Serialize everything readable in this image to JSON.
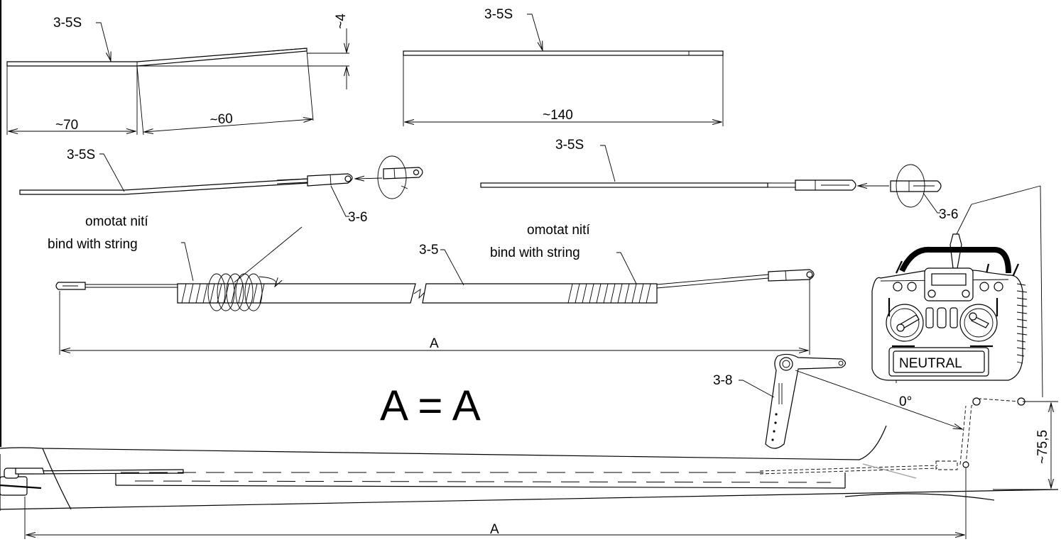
{
  "labels": {
    "part_rod": "3-5S",
    "part_clevis": "3-6",
    "part_rod_plain": "3-5",
    "part_servo_arm": "3-8",
    "bind_cz": "omotat nití",
    "bind_en": "bind with string",
    "equation": "A = A"
  },
  "dimensions": {
    "offset": "~4",
    "len_70": "~70",
    "len_60": "~60",
    "len_140": "~140",
    "dim_a": "A",
    "height_75": "~75,5"
  },
  "transmitter": {
    "screen_text": "NEUTRAL",
    "trim_angle": "0°"
  }
}
